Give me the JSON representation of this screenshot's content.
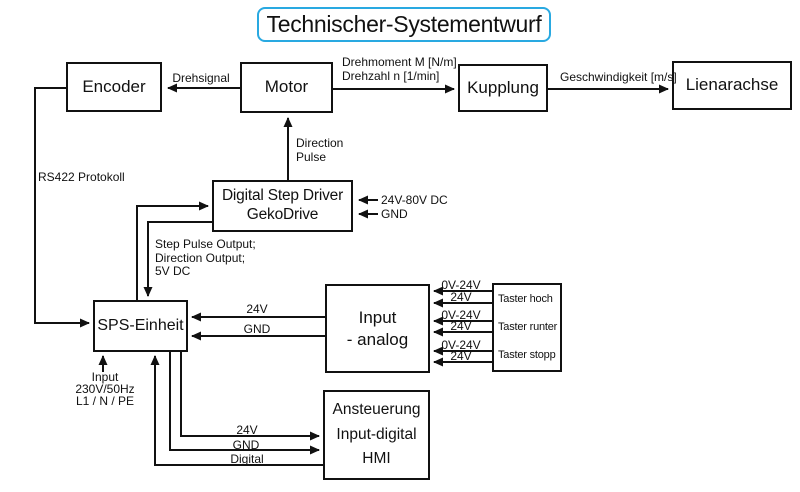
{
  "title": "Technischer-Systementwurf",
  "colors": {
    "accent": "#29a9e1",
    "line": "#111111",
    "background": "#ffffff"
  },
  "nodes": {
    "encoder": "Encoder",
    "motor": "Motor",
    "kupplung": "Kupplung",
    "linearachse": "Lienarachse",
    "driver": {
      "line1": "Digital Step Driver",
      "line2": "GekoDrive"
    },
    "sps": "SPS-Einheit",
    "input_analog": {
      "line1": "Input",
      "line2": "- analog"
    },
    "taster": [
      "Taster hoch",
      "Taster runter",
      "Taster stopp"
    ],
    "hmi": {
      "line1": "Ansteuerung",
      "line2": "Input-digital",
      "line3": "HMI"
    }
  },
  "wire_labels": {
    "drehsignal": "Drehsignal",
    "drehmoment": "Drehmoment M [N/m]",
    "drehzahl": "Drehzahl n [1/min]",
    "geschwindigkeit": "Geschwindigkeit [m/s]",
    "direction": "Direction",
    "pulse": "Pulse",
    "rs422": "RS422 Protokoll",
    "dc_supply": "24V-80V DC",
    "dc_gnd": "GND",
    "step_pulse": [
      "Step Pulse Output;",
      "Direction Output;",
      "5V DC"
    ],
    "analog_24v": "24V",
    "analog_gnd": "GND",
    "taster_wires": [
      "0V-24V",
      "24V",
      "0V-24V",
      "24V",
      "0V-24V",
      "24V"
    ],
    "mains": [
      "Input",
      "230V/50Hz",
      "L1 / N / PE"
    ],
    "hmi_24v": "24V",
    "hmi_gnd": "GND",
    "hmi_digital": "Digital"
  }
}
